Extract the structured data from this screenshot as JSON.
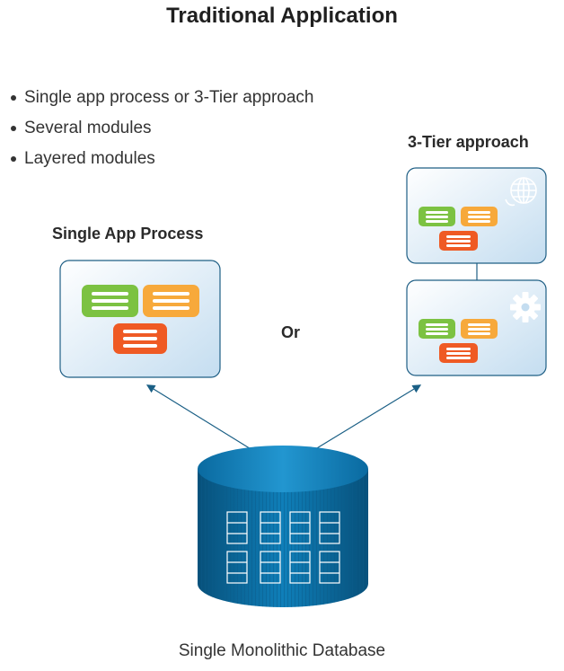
{
  "title": "Traditional Application",
  "bullets": [
    "Single app process or 3-Tier approach",
    "Several modules",
    "Layered modules"
  ],
  "single_app": {
    "label": "Single App Process"
  },
  "or_label": "Or",
  "three_tier": {
    "label": "3-Tier approach",
    "tiers": [
      "web-tier",
      "app-tier"
    ]
  },
  "database": {
    "label": "Single Monolithic Database"
  },
  "colors": {
    "module_green": "#7cc242",
    "module_orange": "#f7a93b",
    "module_red": "#ef5a24",
    "panel_border": "#1f5f85",
    "cylinder": "#0b6fa4",
    "arrow": "#1a5f85"
  },
  "icons": [
    "globe-icon",
    "gear-icon"
  ]
}
